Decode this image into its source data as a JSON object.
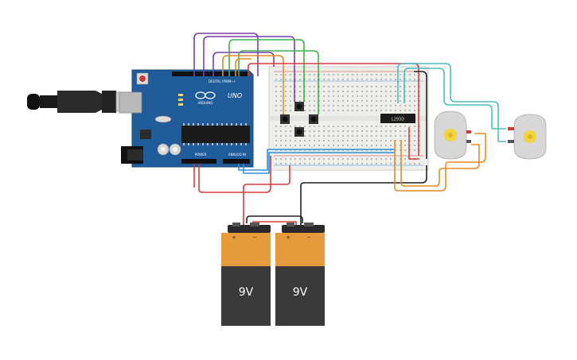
{
  "arduino": {
    "board_label": "UNO",
    "brand_label": "ARDUINO",
    "digital_label": "DIGITAL (PWM~)",
    "power_label": "POWER",
    "analog_label": "ANALOG IN"
  },
  "driver_chip": {
    "label": "L293D"
  },
  "batteries": [
    {
      "label": "9V",
      "plus": "+",
      "minus": "−"
    },
    {
      "label": "9V",
      "plus": "+",
      "minus": "−"
    }
  ],
  "colors": {
    "board": "#1f5c99",
    "breadboard": "#eeeeea",
    "battery_top": "#e59a3c",
    "battery_bottom": "#3a3a3a",
    "motor_hub": "#f1d33b",
    "wire_red": "#d93a3a",
    "wire_black": "#222222",
    "wire_orange": "#e98a1f",
    "wire_purple": "#7a3fb0",
    "wire_green": "#3fb14a",
    "wire_teal": "#4bbfbf",
    "wire_blue": "#2d8fdd"
  }
}
